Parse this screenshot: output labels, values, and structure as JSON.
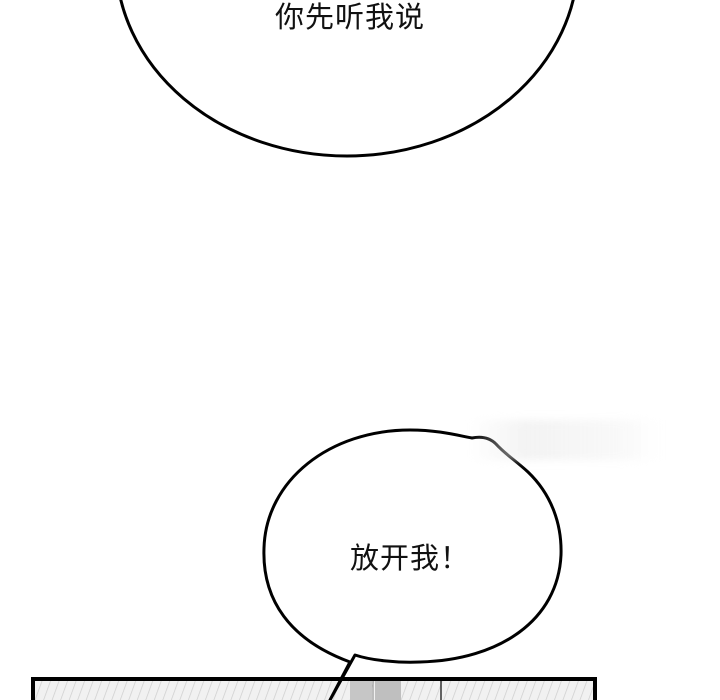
{
  "scene": {
    "background_color": "#ffffff",
    "line_color": "#000000"
  },
  "bubbles": [
    {
      "text": "你先听我说",
      "shape": "ellipse"
    },
    {
      "text": "放开我！",
      "shape": "ellipse-with-tail"
    }
  ],
  "panel": {
    "frame_color": "#000000",
    "fill_colors": [
      "#e6e6e6",
      "#c8c8c8",
      "#dcdcdc"
    ]
  }
}
